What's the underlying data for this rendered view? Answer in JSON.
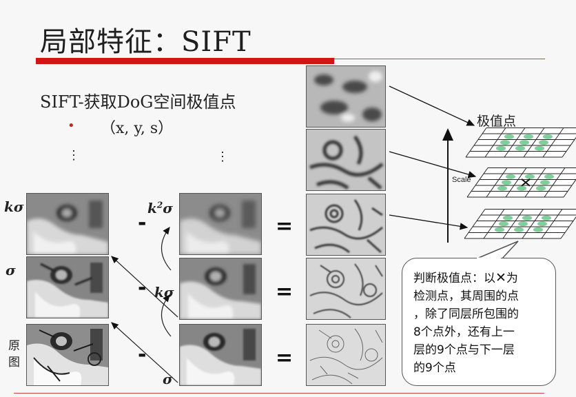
{
  "slide": {
    "title": "局部特征：SIFT",
    "subtitle": "SIFT-获取DoG空间极值点",
    "bullet": "（x, y, s）",
    "vdots": "⋮"
  },
  "gaussian_labels": {
    "top": "kσ",
    "middle": "σ",
    "original": "原图"
  },
  "mid_labels": {
    "top_base": "k",
    "top_sup": "2",
    "top_sigma": "σ",
    "middle": "kσ",
    "bottom": "σ"
  },
  "operators": {
    "minus": "-",
    "equals": "="
  },
  "diagram": {
    "extrema_label": "极值点",
    "scale_label": "Scale"
  },
  "callout": {
    "line1_a": "判断极值点：以",
    "line1_x": "✕",
    "line1_b": "为",
    "line2": "检测点，其周围的点",
    "line3": "，除了同层所包围的",
    "line4": "8个点外，还有上一",
    "line5": "层的9个点与下一层",
    "line6": "的9个点"
  },
  "colors": {
    "accent_red": "#d31414",
    "grid_green": "#7fcf9a"
  }
}
